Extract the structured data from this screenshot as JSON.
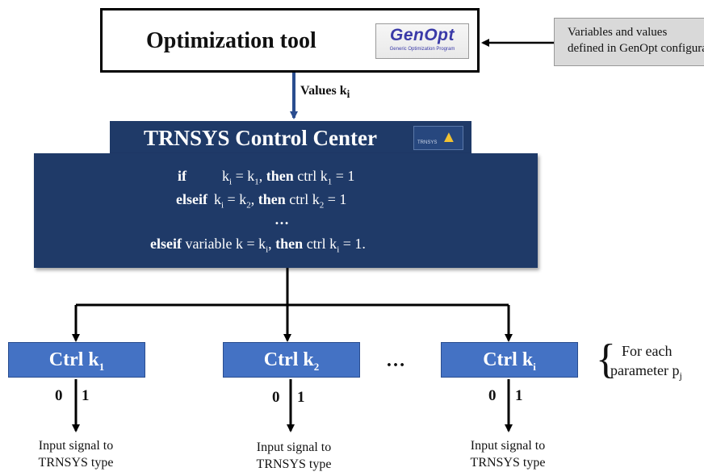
{
  "optimization": {
    "title": "Optimization tool",
    "logo_main": "GenOpt",
    "logo_sub": "Generic Optimization Program"
  },
  "inputs_note": {
    "line1": "Variables and values",
    "line2": "defined in GenOpt configuration"
  },
  "values_label": {
    "text": "Values k",
    "sub": "i"
  },
  "tcc": {
    "title": "TRNSYS Control Center",
    "logo_text": "TRNSYS",
    "logo_mark": "▲"
  },
  "code": {
    "line1": {
      "kw": "if",
      "lhs_base": "k",
      "lhs_sub": "i",
      "eq": " = k",
      "rhs_sub": "1",
      "then": " then",
      "ctrl": " ctrl k",
      "ctrl_sub": "1",
      "val": " = 1"
    },
    "line2": {
      "kw": "elseif",
      "lhs_base": "k",
      "lhs_sub": "i",
      "eq": " = k",
      "rhs_sub": "2",
      "then": " then",
      "ctrl": " ctrl k",
      "ctrl_sub": "2",
      "val": " = 1"
    },
    "ellipsis": "…",
    "line3": {
      "kw": "elseif",
      "mid": " variable k = k",
      "mid_sub": "i",
      "then": " then",
      "ctrl": " ctrl k",
      "ctrl_sub": "i",
      "val": " = 1."
    }
  },
  "controls": [
    {
      "label": "Ctrl k",
      "sub": "1",
      "zero": "0",
      "one": "1",
      "signal1": "Input signal to",
      "signal2": "TRNSYS type"
    },
    {
      "label": "Ctrl k",
      "sub": "2",
      "zero": "0",
      "one": "1",
      "signal1": "Input signal to",
      "signal2": "TRNSYS type"
    },
    {
      "label": "Ctrl k",
      "sub": "i",
      "zero": "0",
      "one": "1",
      "signal1": "Input signal to",
      "signal2": "TRNSYS type"
    }
  ],
  "between_dots": "…",
  "param_note": {
    "brace": "{",
    "line1": "For each",
    "line2": "parameter p",
    "sub": "j"
  }
}
